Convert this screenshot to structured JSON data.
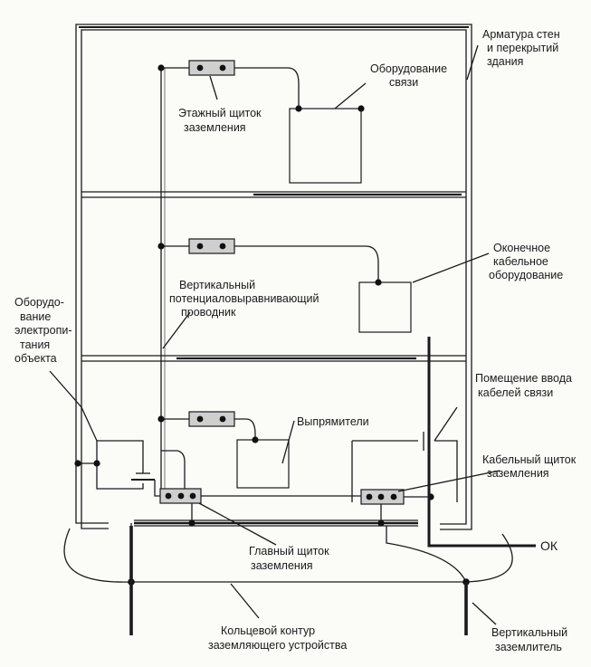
{
  "labels": {
    "building_rebar": [
      "Арматура стен",
      "и перекрытий",
      "здания"
    ],
    "comm_equipment": [
      "Оборудование",
      "связи"
    ],
    "floor_busbar": [
      "Этажный щиток",
      "заземления"
    ],
    "cable_termination": [
      "Оконечное",
      "кабельное",
      "оборудование"
    ],
    "vertical_conductor": [
      "Вертикальный",
      "потенциаловыравнивающий",
      "проводник"
    ],
    "power_equipment": [
      "Оборудо-",
      "вание",
      "электропи-",
      "тания",
      "объекта"
    ],
    "cable_entry_room": [
      "Помещение ввода",
      "кабелей связи"
    ],
    "rectifiers": [
      "Выпрямители"
    ],
    "cable_busbar": [
      "Кабельный щиток",
      "заземления"
    ],
    "main_busbar": [
      "Главный щиток",
      "заземления"
    ],
    "ok": [
      "ОК"
    ],
    "ring_electrode": [
      "Кольцевой контур",
      "заземляющего устройства"
    ],
    "vertical_electrode": [
      "Вертикальный",
      "заземлитель"
    ]
  },
  "colors": {
    "ink": "#1a1a1a",
    "paper": "#fbfbf8",
    "busbar_fill": "#cfcfcf"
  }
}
